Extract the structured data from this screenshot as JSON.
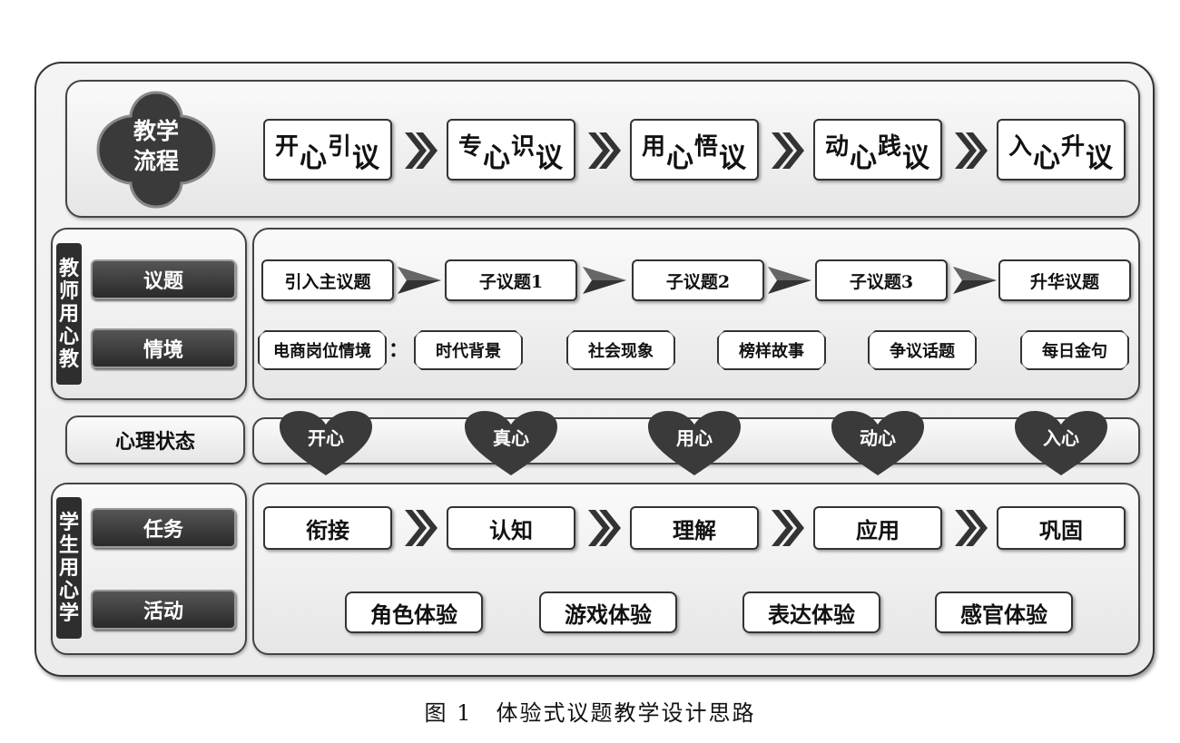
{
  "flow": {
    "badge": [
      "教学",
      "流程"
    ],
    "steps": [
      {
        "a": "开",
        "b": "心",
        "c": "引",
        "d": "议"
      },
      {
        "a": "专",
        "b": "心",
        "c": "识",
        "d": "议"
      },
      {
        "a": "用",
        "b": "心",
        "c": "悟",
        "d": "议"
      },
      {
        "a": "动",
        "b": "心",
        "c": "践",
        "d": "议"
      },
      {
        "a": "入",
        "b": "心",
        "c": "升",
        "d": "议"
      }
    ]
  },
  "teacher": {
    "side_label": [
      "教",
      "师",
      "用",
      "心",
      "教"
    ],
    "topic_label": "议题",
    "context_label": "情境",
    "topics": [
      "引入主议题",
      "子议题1",
      "子议题2",
      "子议题3",
      "升华议题"
    ],
    "context_main": "电商岗位情境",
    "context_colon": "：",
    "contexts": [
      "时代背景",
      "社会现象",
      "榜样故事",
      "争议话题",
      "每日金句"
    ]
  },
  "mind": {
    "label": "心理状态",
    "states": [
      "开心",
      "真心",
      "用心",
      "动心",
      "入心"
    ]
  },
  "student": {
    "side_label": [
      "学",
      "生",
      "用",
      "心",
      "学"
    ],
    "task_label": "任务",
    "activity_label": "活动",
    "tasks": [
      "衔接",
      "认知",
      "理解",
      "应用",
      "巩固"
    ],
    "activities": [
      "角色体验",
      "游戏体验",
      "表达体验",
      "感官体验"
    ]
  },
  "caption": "图 1　体验式议题教学设计思路"
}
